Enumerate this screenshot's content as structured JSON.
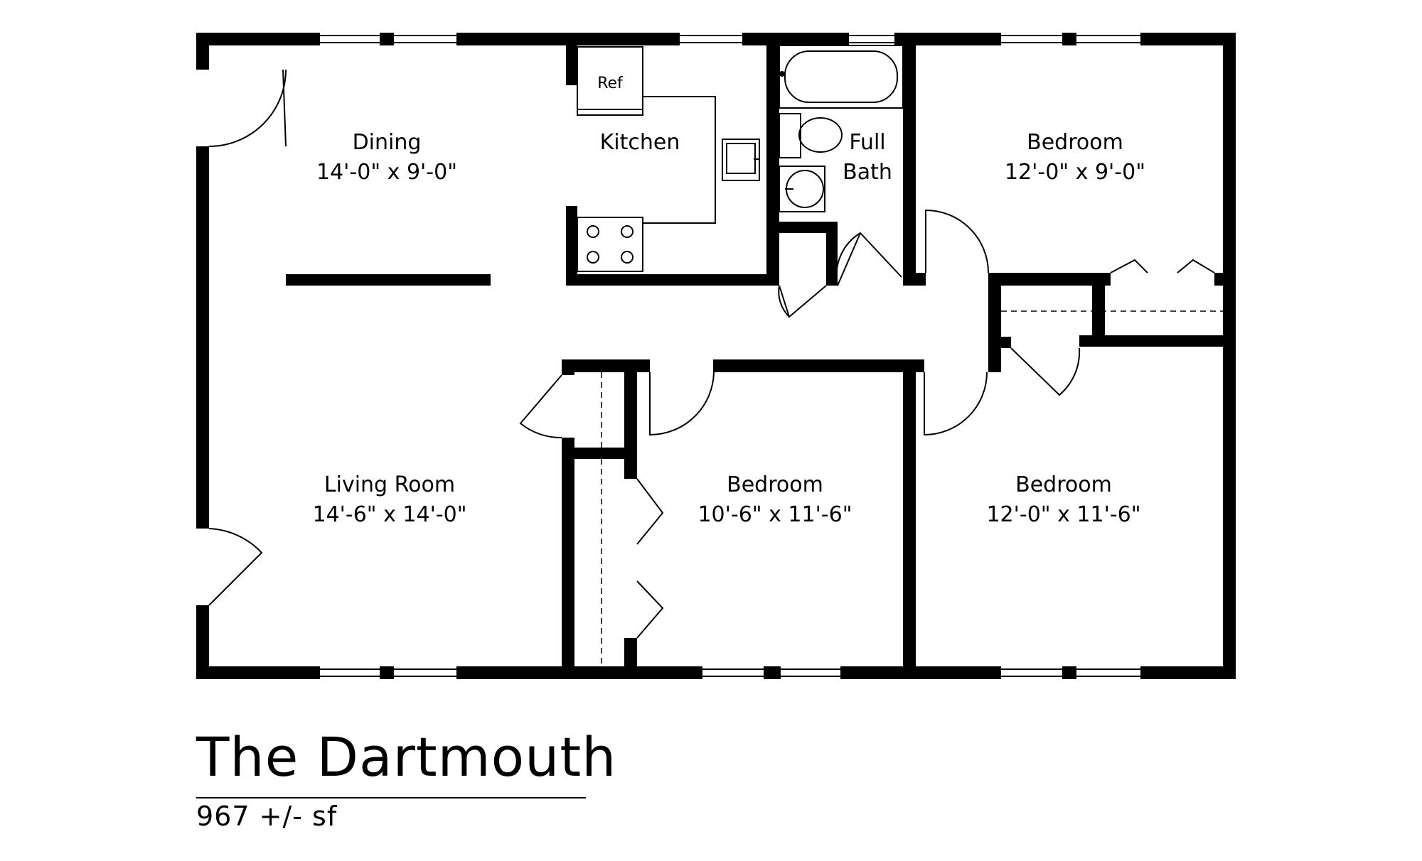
{
  "plan": {
    "title": "The Dartmouth",
    "area": "967 +/- sf"
  },
  "rooms": {
    "dining": {
      "name": "Dining",
      "dims": "14'-0\" x 9'-0\""
    },
    "kitchen": {
      "name": "Kitchen"
    },
    "full_bath": {
      "name_line1": "Full",
      "name_line2": "Bath"
    },
    "bedroom_ne": {
      "name": "Bedroom",
      "dims": "12'-0\" x 9'-0\""
    },
    "living_room": {
      "name": "Living Room",
      "dims": "14'-6\" x 14'-0\""
    },
    "bedroom_s_middle": {
      "name": "Bedroom",
      "dims": "10'-6\" x 11'-6\""
    },
    "bedroom_se": {
      "name": "Bedroom",
      "dims": "12'-0\" x 11'-6\""
    }
  },
  "fixtures": {
    "refrigerator": "Ref"
  },
  "colors": {
    "wall": "#000000",
    "background": "#ffffff"
  }
}
